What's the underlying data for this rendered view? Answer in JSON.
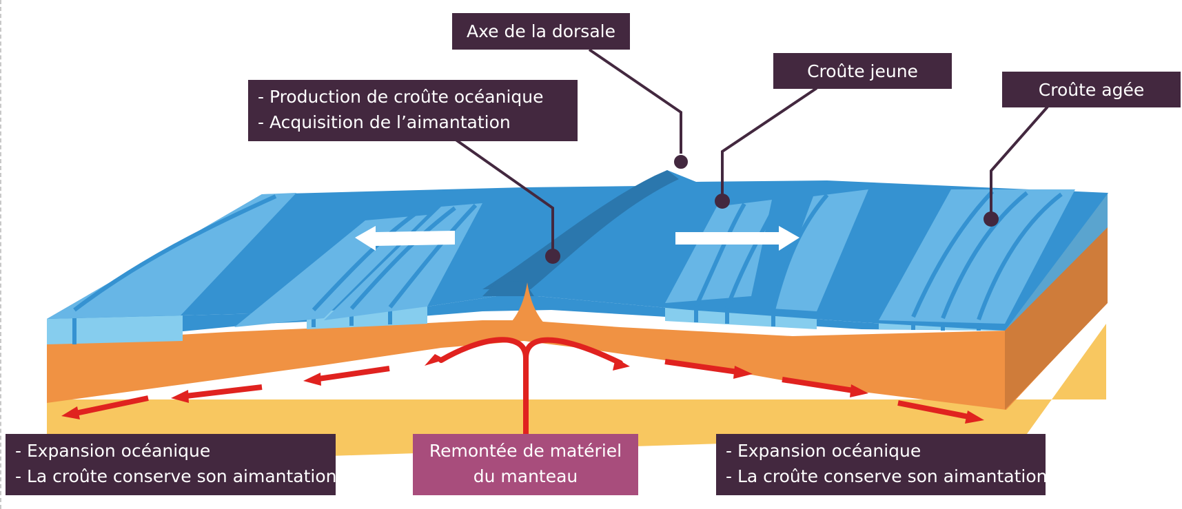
{
  "labels": {
    "ridge_axis": "Axe de la dorsale",
    "young_crust": "Croûte jeune",
    "old_crust": "Croûte agée",
    "production": [
      "- Production de croûte océanique",
      "- Acquisition de l’aimantation"
    ],
    "expansion_left": [
      "- Expansion océanique",
      "- La croûte conserve son aimantation"
    ],
    "expansion_right": [
      "- Expansion océanique",
      "- La croûte conserve son aimantation"
    ],
    "mantle_upwelling": [
      "Remontée de matériel",
      "du manteau"
    ]
  },
  "colors": {
    "label_bg": "#43283f",
    "upwelling_bg": "#a84d7c",
    "crust_dark": "#3592d1",
    "crust_light": "#67b6e6",
    "crust_side": "#86cdee",
    "lithosphere": "#f09243",
    "asthenosphere": "#f8c760",
    "flow_arrow": "#e0221f",
    "motion_arrow": "#ffffff"
  }
}
